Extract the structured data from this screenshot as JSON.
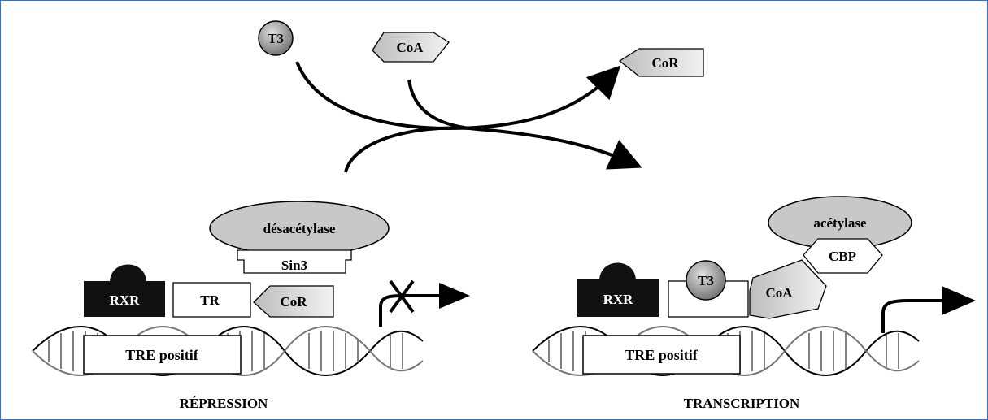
{
  "molecules": {
    "t3_free": "T3",
    "coa_free": "CoA",
    "cor_free": "CoR"
  },
  "repression": {
    "deacetylase": "désacétylase",
    "sin3": "Sin3",
    "rxr": "RXR",
    "tr": "TR",
    "cor": "CoR",
    "tre": "TRE positif",
    "caption": "RÉPRESSION"
  },
  "transcription": {
    "acetylase": "acétylase",
    "cbp": "CBP",
    "rxr": "RXR",
    "t3": "T3",
    "coa": "CoA",
    "tre": "TRE positif",
    "caption": "TRANSCRIPTION"
  },
  "colors": {
    "frame": "#3b6fc4",
    "rxr_fill": "#111111",
    "enzyme_fill": "#c8c8c8",
    "ink": "#000000"
  }
}
